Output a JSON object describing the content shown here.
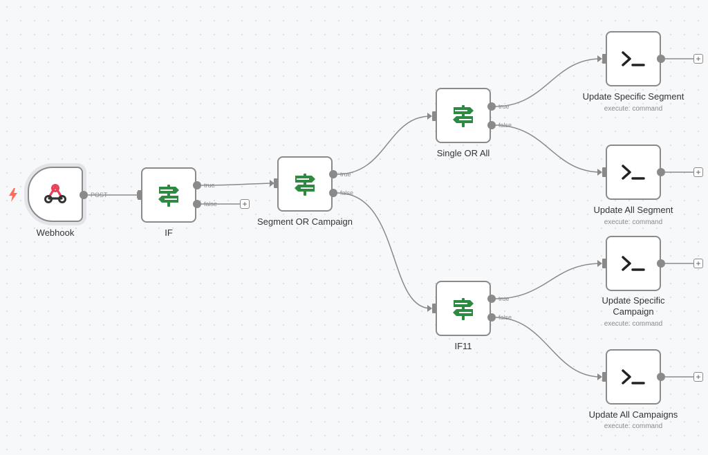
{
  "nodes": {
    "webhook": {
      "label": "Webhook",
      "output_label": "POST",
      "icon": "webhook-icon",
      "trigger_icon": "lightning-bolt-icon"
    },
    "if": {
      "label": "IF",
      "true_label": "true",
      "false_label": "false",
      "icon": "signpost-icon"
    },
    "segment_or_campaign": {
      "label": "Segment OR Campaign",
      "true_label": "true",
      "false_label": "false",
      "icon": "signpost-icon"
    },
    "single_or_all": {
      "label": "Single OR All",
      "true_label": "true",
      "false_label": "false",
      "icon": "signpost-icon"
    },
    "if11": {
      "label": "IF11",
      "true_label": "true",
      "false_label": "false",
      "icon": "signpost-icon"
    },
    "update_specific_segment": {
      "label": "Update Specific Segment",
      "subtitle": "execute: command",
      "icon": "terminal-icon"
    },
    "update_all_segment": {
      "label": "Update All Segment",
      "subtitle": "execute: command",
      "icon": "terminal-icon"
    },
    "update_specific_campaign": {
      "label": "Update Specific Campaign",
      "subtitle": "execute: command",
      "icon": "terminal-icon"
    },
    "update_all_campaigns": {
      "label": "Update All Campaigns",
      "subtitle": "execute: command",
      "icon": "terminal-icon"
    }
  },
  "add_button_glyph": "+",
  "colors": {
    "accent_green": "#2e8a43",
    "webhook_red": "#e8405a",
    "trigger_orange": "#ff6d5a",
    "edge_gray": "#8a8a8a"
  }
}
